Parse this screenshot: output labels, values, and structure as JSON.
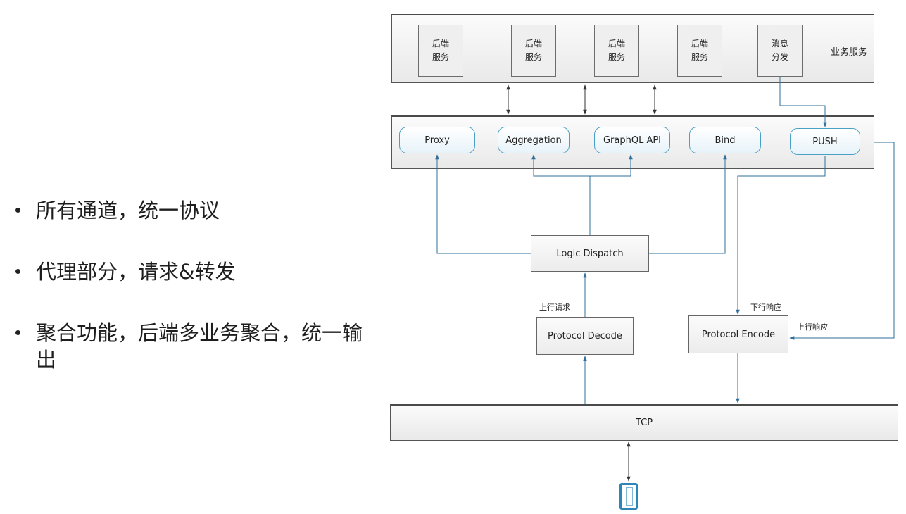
{
  "bullets": [
    "所有通道，统一协议",
    "代理部分，请求&转发",
    "聚合功能，后端多业务聚合，统一输出"
  ],
  "business_layer": {
    "label": "业务服务",
    "services": [
      "后端\n服务",
      "后端\n服务",
      "后端\n服务",
      "后端\n服务",
      "消息\n分发"
    ]
  },
  "gateway_layer": {
    "modules": [
      "Proxy",
      "Aggregation",
      "GraphQL API",
      "Bind",
      "PUSH"
    ]
  },
  "logic_dispatch": "Logic Dispatch",
  "protocol_decode": "Protocol Decode",
  "protocol_encode": "Protocol Encode",
  "tcp": "TCP",
  "edge_labels": {
    "upstream_request": "上行请求",
    "downstream_response": "下行响应",
    "upstream_response": "上行响应"
  },
  "colors": {
    "arrow_blue": "#2f6f9a",
    "arrow_dark": "#333333",
    "pill_border": "#4aa0c4",
    "phone": "#2c86b8"
  },
  "icons": [
    "mobile-phone-icon"
  ]
}
